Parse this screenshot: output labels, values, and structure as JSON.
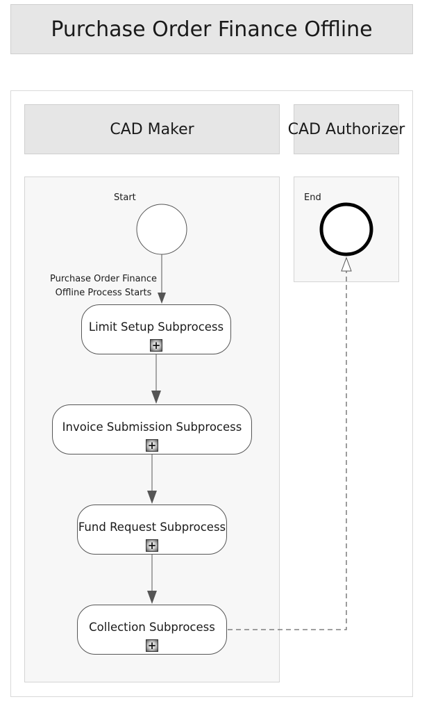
{
  "diagram": {
    "title": "Purchase Order Finance Offline",
    "lanes": [
      {
        "name": "CAD Maker"
      },
      {
        "name": "CAD Authorizer"
      }
    ],
    "start_event": {
      "label": "Start"
    },
    "end_event": {
      "label": "End"
    },
    "start_flow_label_line1": "Purchase Order Finance",
    "start_flow_label_line2": "Offline Process Starts",
    "tasks": [
      {
        "name": "Limit Setup Subprocess",
        "marker": "+"
      },
      {
        "name": "Invoice Submission Subprocess",
        "marker": "+"
      },
      {
        "name": "Fund Request Subprocess",
        "marker": "+"
      },
      {
        "name": "Collection Subprocess",
        "marker": "+"
      }
    ],
    "colors": {
      "header_fill": "#e6e6e6",
      "lane_fill": "#f7f7f7",
      "stroke": "#555555"
    }
  }
}
